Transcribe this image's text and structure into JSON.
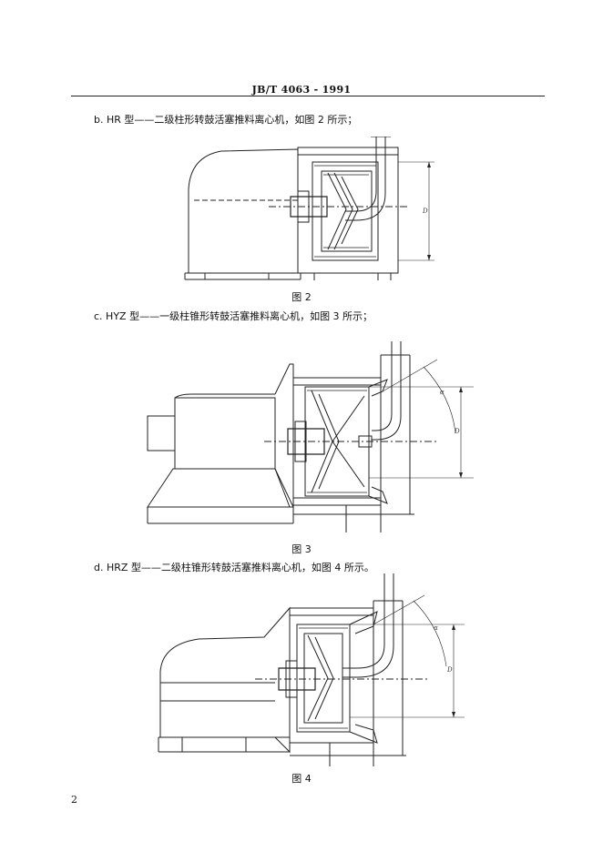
{
  "header": {
    "standard_no": "JB/T  4063 - 1991"
  },
  "items": [
    {
      "text": "b. HR 型——二级柱形转鼓活塞推料离心机，如图 2 所示；",
      "caption": "图 2",
      "dim_label": "D"
    },
    {
      "text": "c. HYZ 型——一级柱锥形转鼓活塞推料离心机，如图 3 所示；",
      "caption": "图  3",
      "dim_label": "D",
      "angle_label": "α"
    },
    {
      "text": "d. HRZ 型——二级柱锥形转鼓活塞推料离心机，如图 4 所示。",
      "caption": "图  4",
      "dim_label": "D",
      "angle_label": "α"
    }
  ],
  "footer": {
    "page_number": "2"
  }
}
